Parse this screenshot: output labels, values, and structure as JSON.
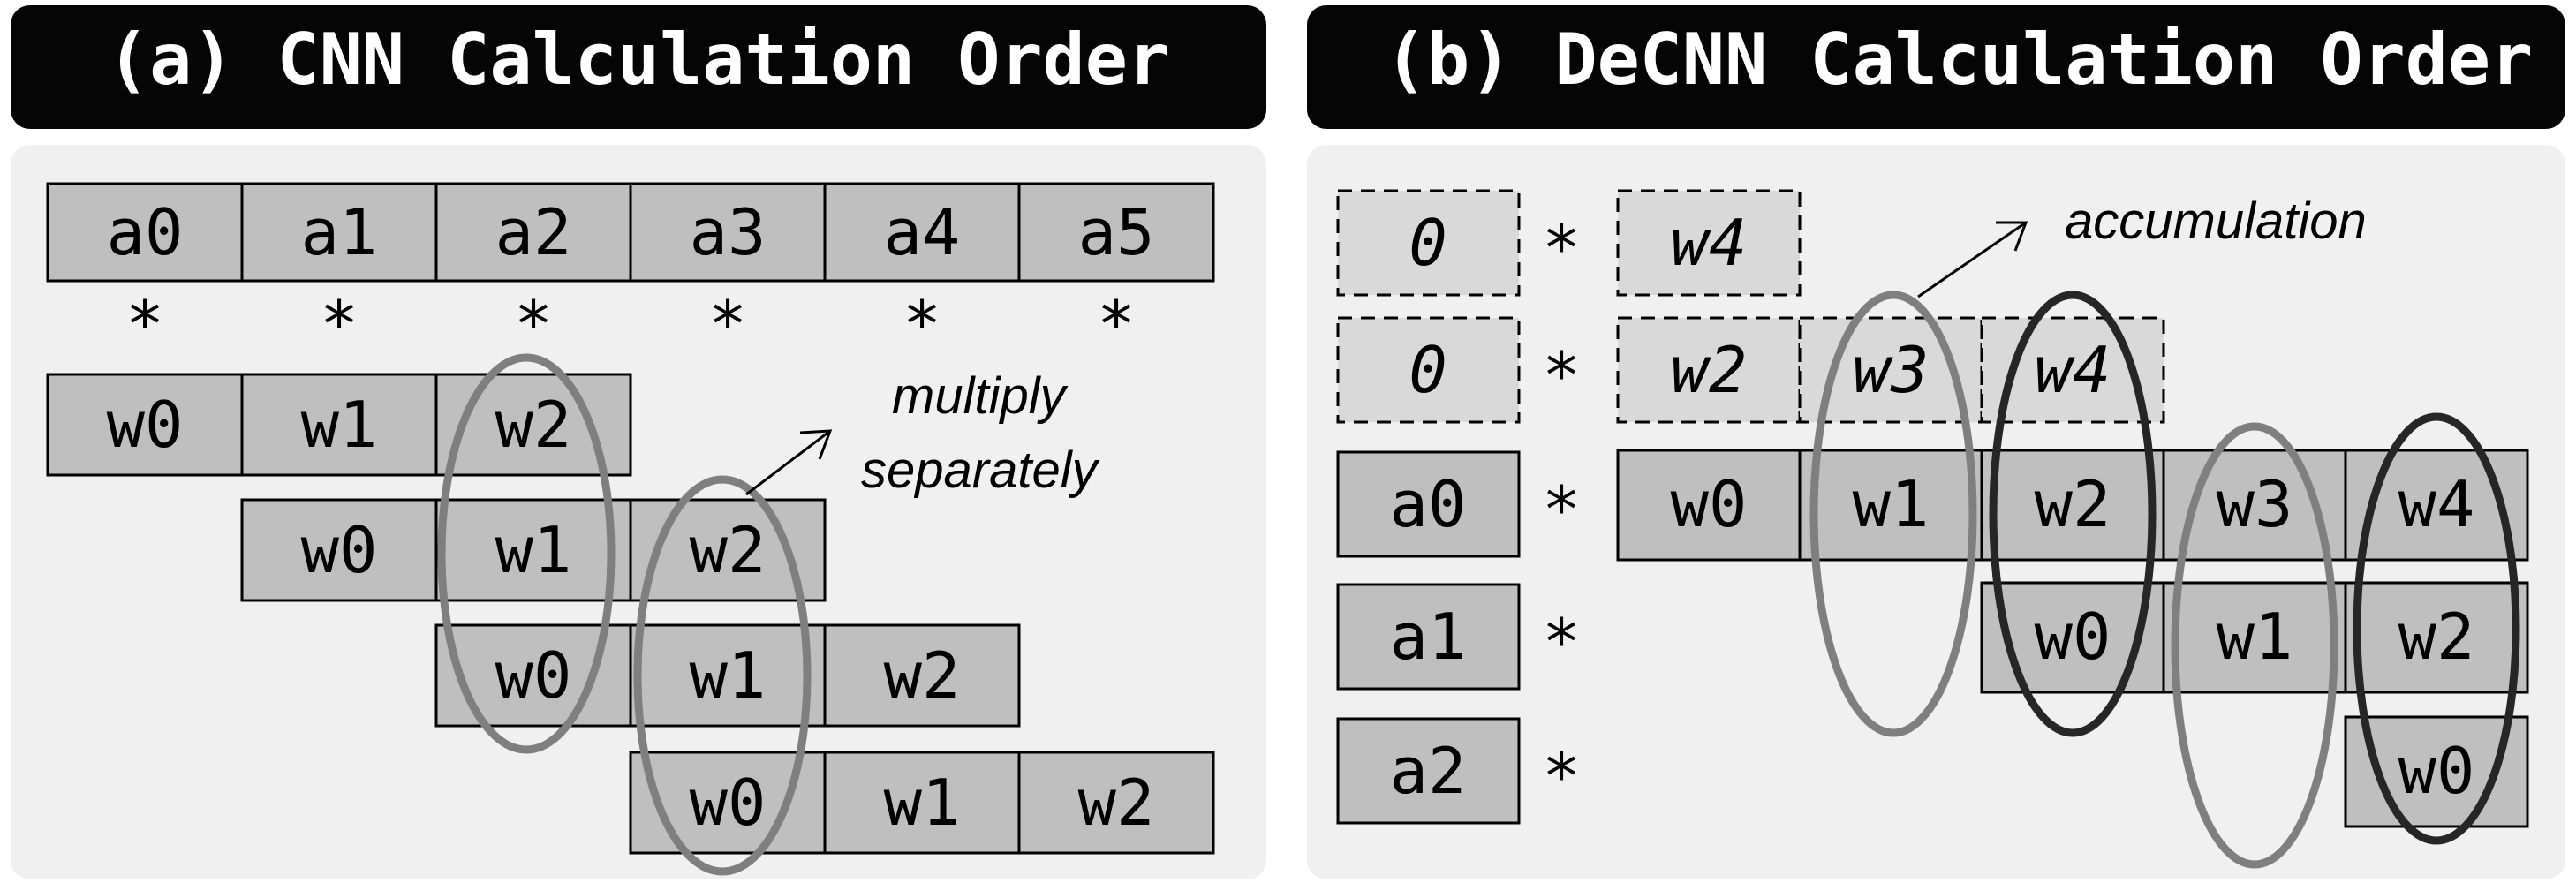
{
  "panel_a": {
    "title": "(a) CNN Calculation Order",
    "activations": [
      "a0",
      "a1",
      "a2",
      "a3",
      "a4",
      "a5"
    ],
    "operator": "*",
    "weight_rows": [
      [
        "w0",
        "w1",
        "w2"
      ],
      [
        "w0",
        "w1",
        "w2"
      ],
      [
        "w0",
        "w1",
        "w2"
      ],
      [
        "w0",
        "w1",
        "w2"
      ]
    ],
    "annotation": [
      "multiply",
      "separately"
    ]
  },
  "panel_b": {
    "title": "(b) DeCNN Calculation Order",
    "inputs": [
      "0",
      "0",
      "a0",
      "a1",
      "a2"
    ],
    "operator": "*",
    "row0": [
      "w4"
    ],
    "row1": [
      "w2",
      "w3",
      "w4"
    ],
    "row2": [
      "w0",
      "w1",
      "w2",
      "w3",
      "w4"
    ],
    "row3": [
      "w0",
      "w1",
      "w2"
    ],
    "row4": [
      "w0"
    ],
    "annotation": "accumulation"
  },
  "colors": {
    "header_bg": "#050505",
    "panel_bg": "#f0f0f0",
    "cell_fill": "#bfbfbf",
    "dashed_cell_fill": "#d9d9d9",
    "ellipse_gray": "#7f7f7f",
    "ellipse_dark": "#262626"
  }
}
